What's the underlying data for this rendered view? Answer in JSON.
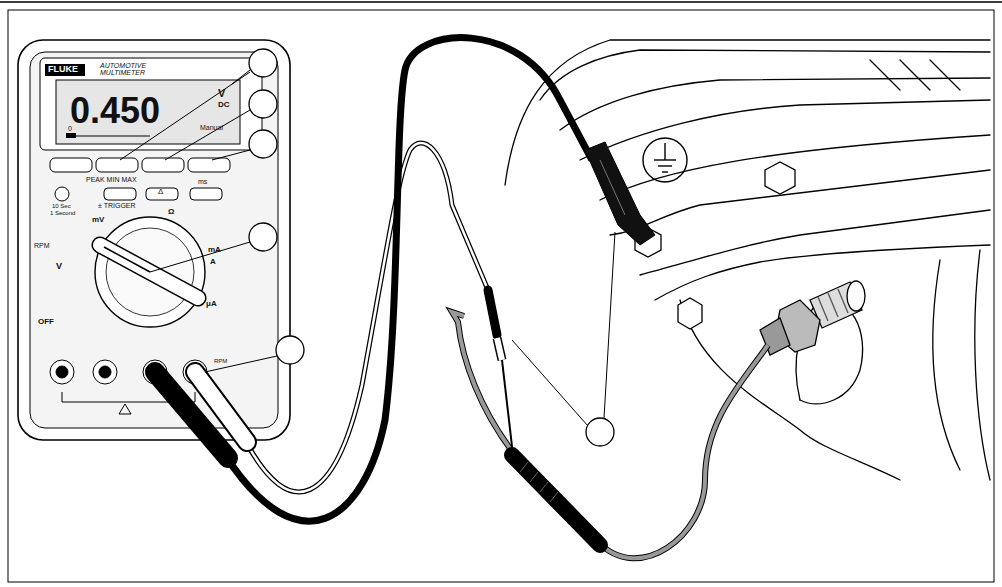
{
  "diagram": {
    "labels": [
      "FLUKE",
      "AUTOMOTIVE MULTIMETER",
      "0.450",
      "V",
      "DC",
      "Manual",
      "0",
      "PEAK MIN MAX",
      "± TRIGGER",
      "ms",
      "10 Sec",
      "1 Second",
      "RPM",
      "V",
      "mV",
      "Ω",
      "mA",
      "A",
      "μA",
      "OFF",
      "RPM",
      "Δ"
    ]
  }
}
